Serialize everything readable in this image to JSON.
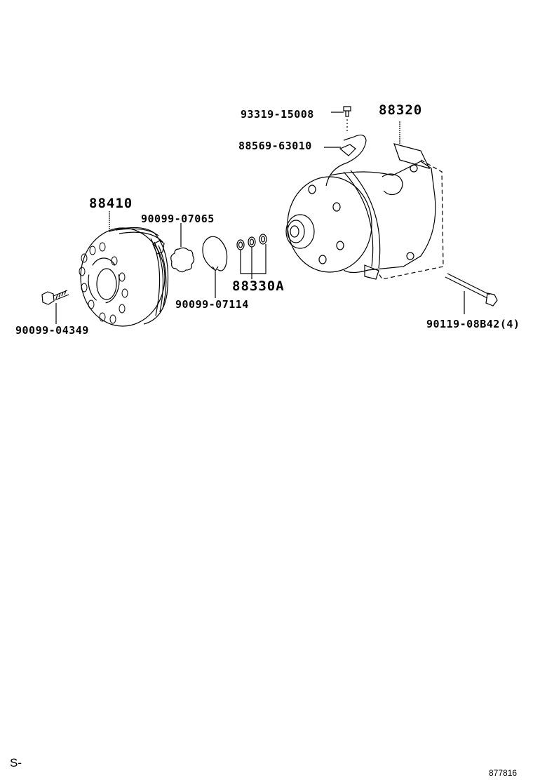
{
  "diagram": {
    "type": "parts-exploded-view",
    "labels": {
      "bolt_top": "93319-15008",
      "compressor": "88320",
      "wire_bracket": "88569-63010",
      "pulley": "88410",
      "shim": "90099-07065",
      "snap_ring": "90099-07114",
      "shims_set": "88330A",
      "pulley_bolt": "90099-04349",
      "mount_bolt": "90119-08B42(4)"
    },
    "footer": {
      "left_code": "S-",
      "figure_number": "877816"
    }
  }
}
